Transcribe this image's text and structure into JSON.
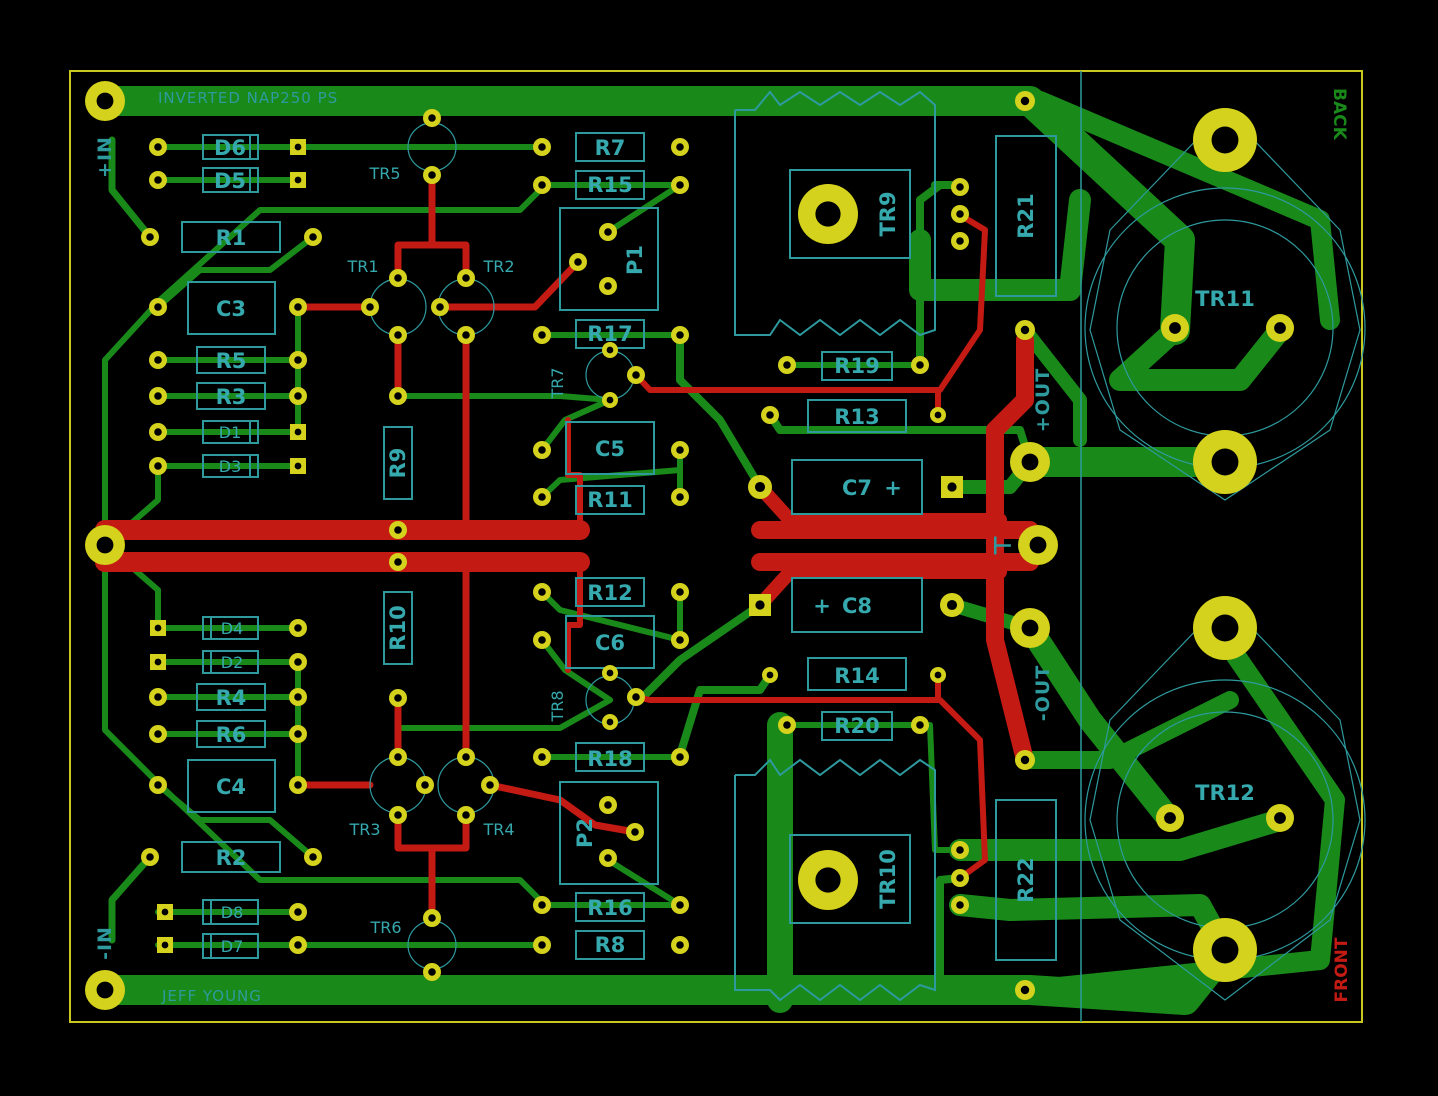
{
  "board": {
    "title_text": "INVERTED NAP250 PS",
    "author_text": "JEFF YOUNG",
    "back_text": "BACK",
    "front_text": "FRONT",
    "in_top": "+IN",
    "in_bottom": "-IN",
    "out_pos": "+OUT",
    "out_neg": "-OUT",
    "ground_symbol": "⊥",
    "colors": {
      "background": "#000000",
      "front_copper": "#c41a14",
      "back_copper": "#198a1a",
      "pad": "#d4d21c",
      "silkscreen": "#2e9a9e",
      "board_edge": "#c8c81e"
    }
  },
  "components": [
    {
      "ref": "D6"
    },
    {
      "ref": "D5"
    },
    {
      "ref": "R1"
    },
    {
      "ref": "C3"
    },
    {
      "ref": "R5"
    },
    {
      "ref": "R3"
    },
    {
      "ref": "D1"
    },
    {
      "ref": "D3"
    },
    {
      "ref": "TR5"
    },
    {
      "ref": "TR1"
    },
    {
      "ref": "TR2"
    },
    {
      "ref": "R9"
    },
    {
      "ref": "R7"
    },
    {
      "ref": "R15"
    },
    {
      "ref": "P1"
    },
    {
      "ref": "R17"
    },
    {
      "ref": "TR7"
    },
    {
      "ref": "C5"
    },
    {
      "ref": "R11"
    },
    {
      "ref": "TR9"
    },
    {
      "ref": "R21"
    },
    {
      "ref": "R19"
    },
    {
      "ref": "R13"
    },
    {
      "ref": "C7"
    },
    {
      "ref": "TR11"
    },
    {
      "ref": "D4"
    },
    {
      "ref": "D2"
    },
    {
      "ref": "R4"
    },
    {
      "ref": "R6"
    },
    {
      "ref": "C4"
    },
    {
      "ref": "R2"
    },
    {
      "ref": "D8"
    },
    {
      "ref": "D7"
    },
    {
      "ref": "R10"
    },
    {
      "ref": "TR3"
    },
    {
      "ref": "TR4"
    },
    {
      "ref": "TR6"
    },
    {
      "ref": "R12"
    },
    {
      "ref": "C6"
    },
    {
      "ref": "TR8"
    },
    {
      "ref": "R18"
    },
    {
      "ref": "P2"
    },
    {
      "ref": "R16"
    },
    {
      "ref": "R8"
    },
    {
      "ref": "C8"
    },
    {
      "ref": "R14"
    },
    {
      "ref": "R20"
    },
    {
      "ref": "TR10"
    },
    {
      "ref": "R22"
    },
    {
      "ref": "TR12"
    }
  ]
}
